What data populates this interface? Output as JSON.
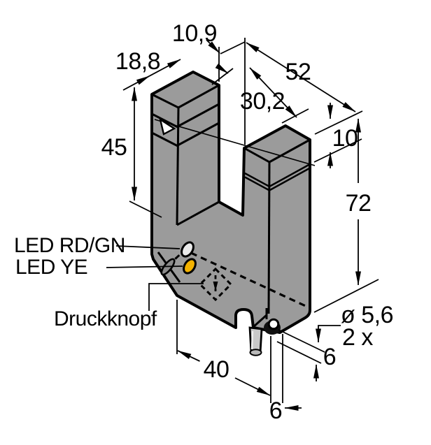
{
  "drawing": {
    "kind": "technical-dimension-drawing of slot sensor (isometric)",
    "background": "#ffffff",
    "body_color": "#9b9b9b",
    "line_color": "#000000",
    "cable_color": "#c9c9c9",
    "cable_end_color": "#b9b9b9",
    "led_rdgn_color": "#ebebeb",
    "led_ye_color": "#f3b200",
    "chamfer_port_color": "#8a8a8a"
  },
  "dimensions": {
    "slot_width": "10,9",
    "arm_depth": "18,8",
    "overall_width": "52",
    "inner_width": "30,2",
    "slot_depth": "45",
    "arm_top_height": "10",
    "overall_height": "72",
    "hole_diameter": "ø 5,6",
    "hole_count": "2 x",
    "hole_edge_offset": "6",
    "base_width": "40",
    "hole_center_offset": "6"
  },
  "labels": {
    "led_status": "LED RD/GN",
    "led_output": "LED YE",
    "pushbutton": "Druckknopf"
  }
}
